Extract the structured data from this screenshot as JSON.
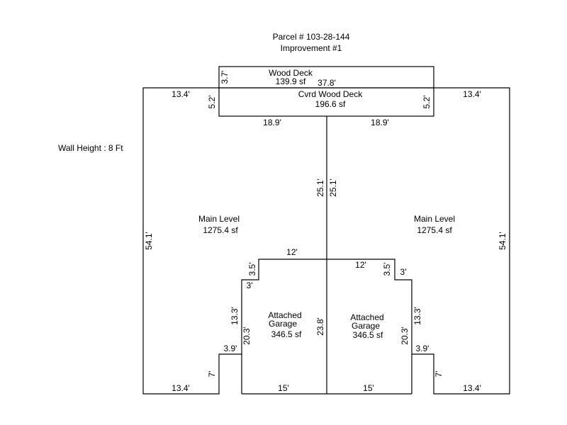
{
  "header": {
    "parcel": "Parcel # 103-28-144",
    "improvement": "Improvement #1"
  },
  "wall_height": "Wall Height : 8 Ft",
  "areas": {
    "wood_deck": {
      "name": "Wood Deck",
      "area": "139.9 sf"
    },
    "covered_deck": {
      "name": "Cvrd Wood Deck",
      "area": "196.6 sf"
    },
    "main_left": {
      "name": "Main Level",
      "area": "1275.4 sf"
    },
    "main_right": {
      "name": "Main Level",
      "area": "1275.4 sf"
    },
    "garage_left": {
      "line1": "Attached",
      "line2": "Garage",
      "area": "346.5 sf"
    },
    "garage_right": {
      "line1": "Attached",
      "line2": "Garage",
      "area": "346.5 sf"
    }
  },
  "dims": {
    "deck_height": "3.7'",
    "deck_width": "37.8'",
    "top_left": "13.4'",
    "top_right": "13.4'",
    "cvrd_left": "5.2'",
    "cvrd_right": "5.2'",
    "cvrd_bottom_left": "18.9'",
    "cvrd_bottom_right": "18.9'",
    "center_left": "25.1'",
    "center_right": "25.1'",
    "outer_left": "54.1'",
    "outer_right": "54.1'",
    "garage_top_left": "12'",
    "garage_top_right": "12'",
    "step_left": "3.5'",
    "step_right": "3.5'",
    "step3_left": "3'",
    "step3_right": "3'",
    "side_left": "13.3'",
    "side_right": "13.3'",
    "inner_left": "20.3'",
    "inner_right": "20.3'",
    "garage_center": "23.8'",
    "jog_left": "3.9'",
    "jog_right": "3.9'",
    "notch_left": "7'",
    "notch_right": "7'",
    "bottom_left": "13.4'",
    "bottom_right": "13.4'",
    "garage_bottom_left": "15'",
    "garage_bottom_right": "15'"
  }
}
